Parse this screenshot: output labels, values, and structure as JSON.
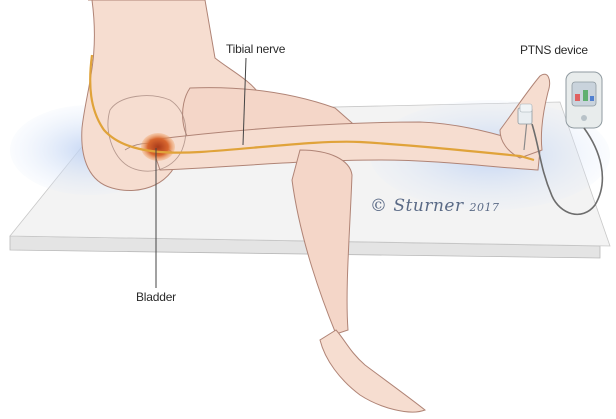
{
  "labels": {
    "tibial_nerve": "Tibial nerve",
    "ptns_device": "PTNS device",
    "bladder": "Bladder"
  },
  "signature": {
    "copyright_symbol": "©",
    "artist": "Sturner",
    "year": "2017"
  },
  "colors": {
    "skin": "#f6ddd0",
    "skin_shadow": "#e9c2b1",
    "outline": "#b08476",
    "nerve": "#e0a33a",
    "bladder": "#c9562a",
    "table": "#f2f2f2",
    "table_glow": "#cfdcf4",
    "device_body": "#e8ecec"
  }
}
